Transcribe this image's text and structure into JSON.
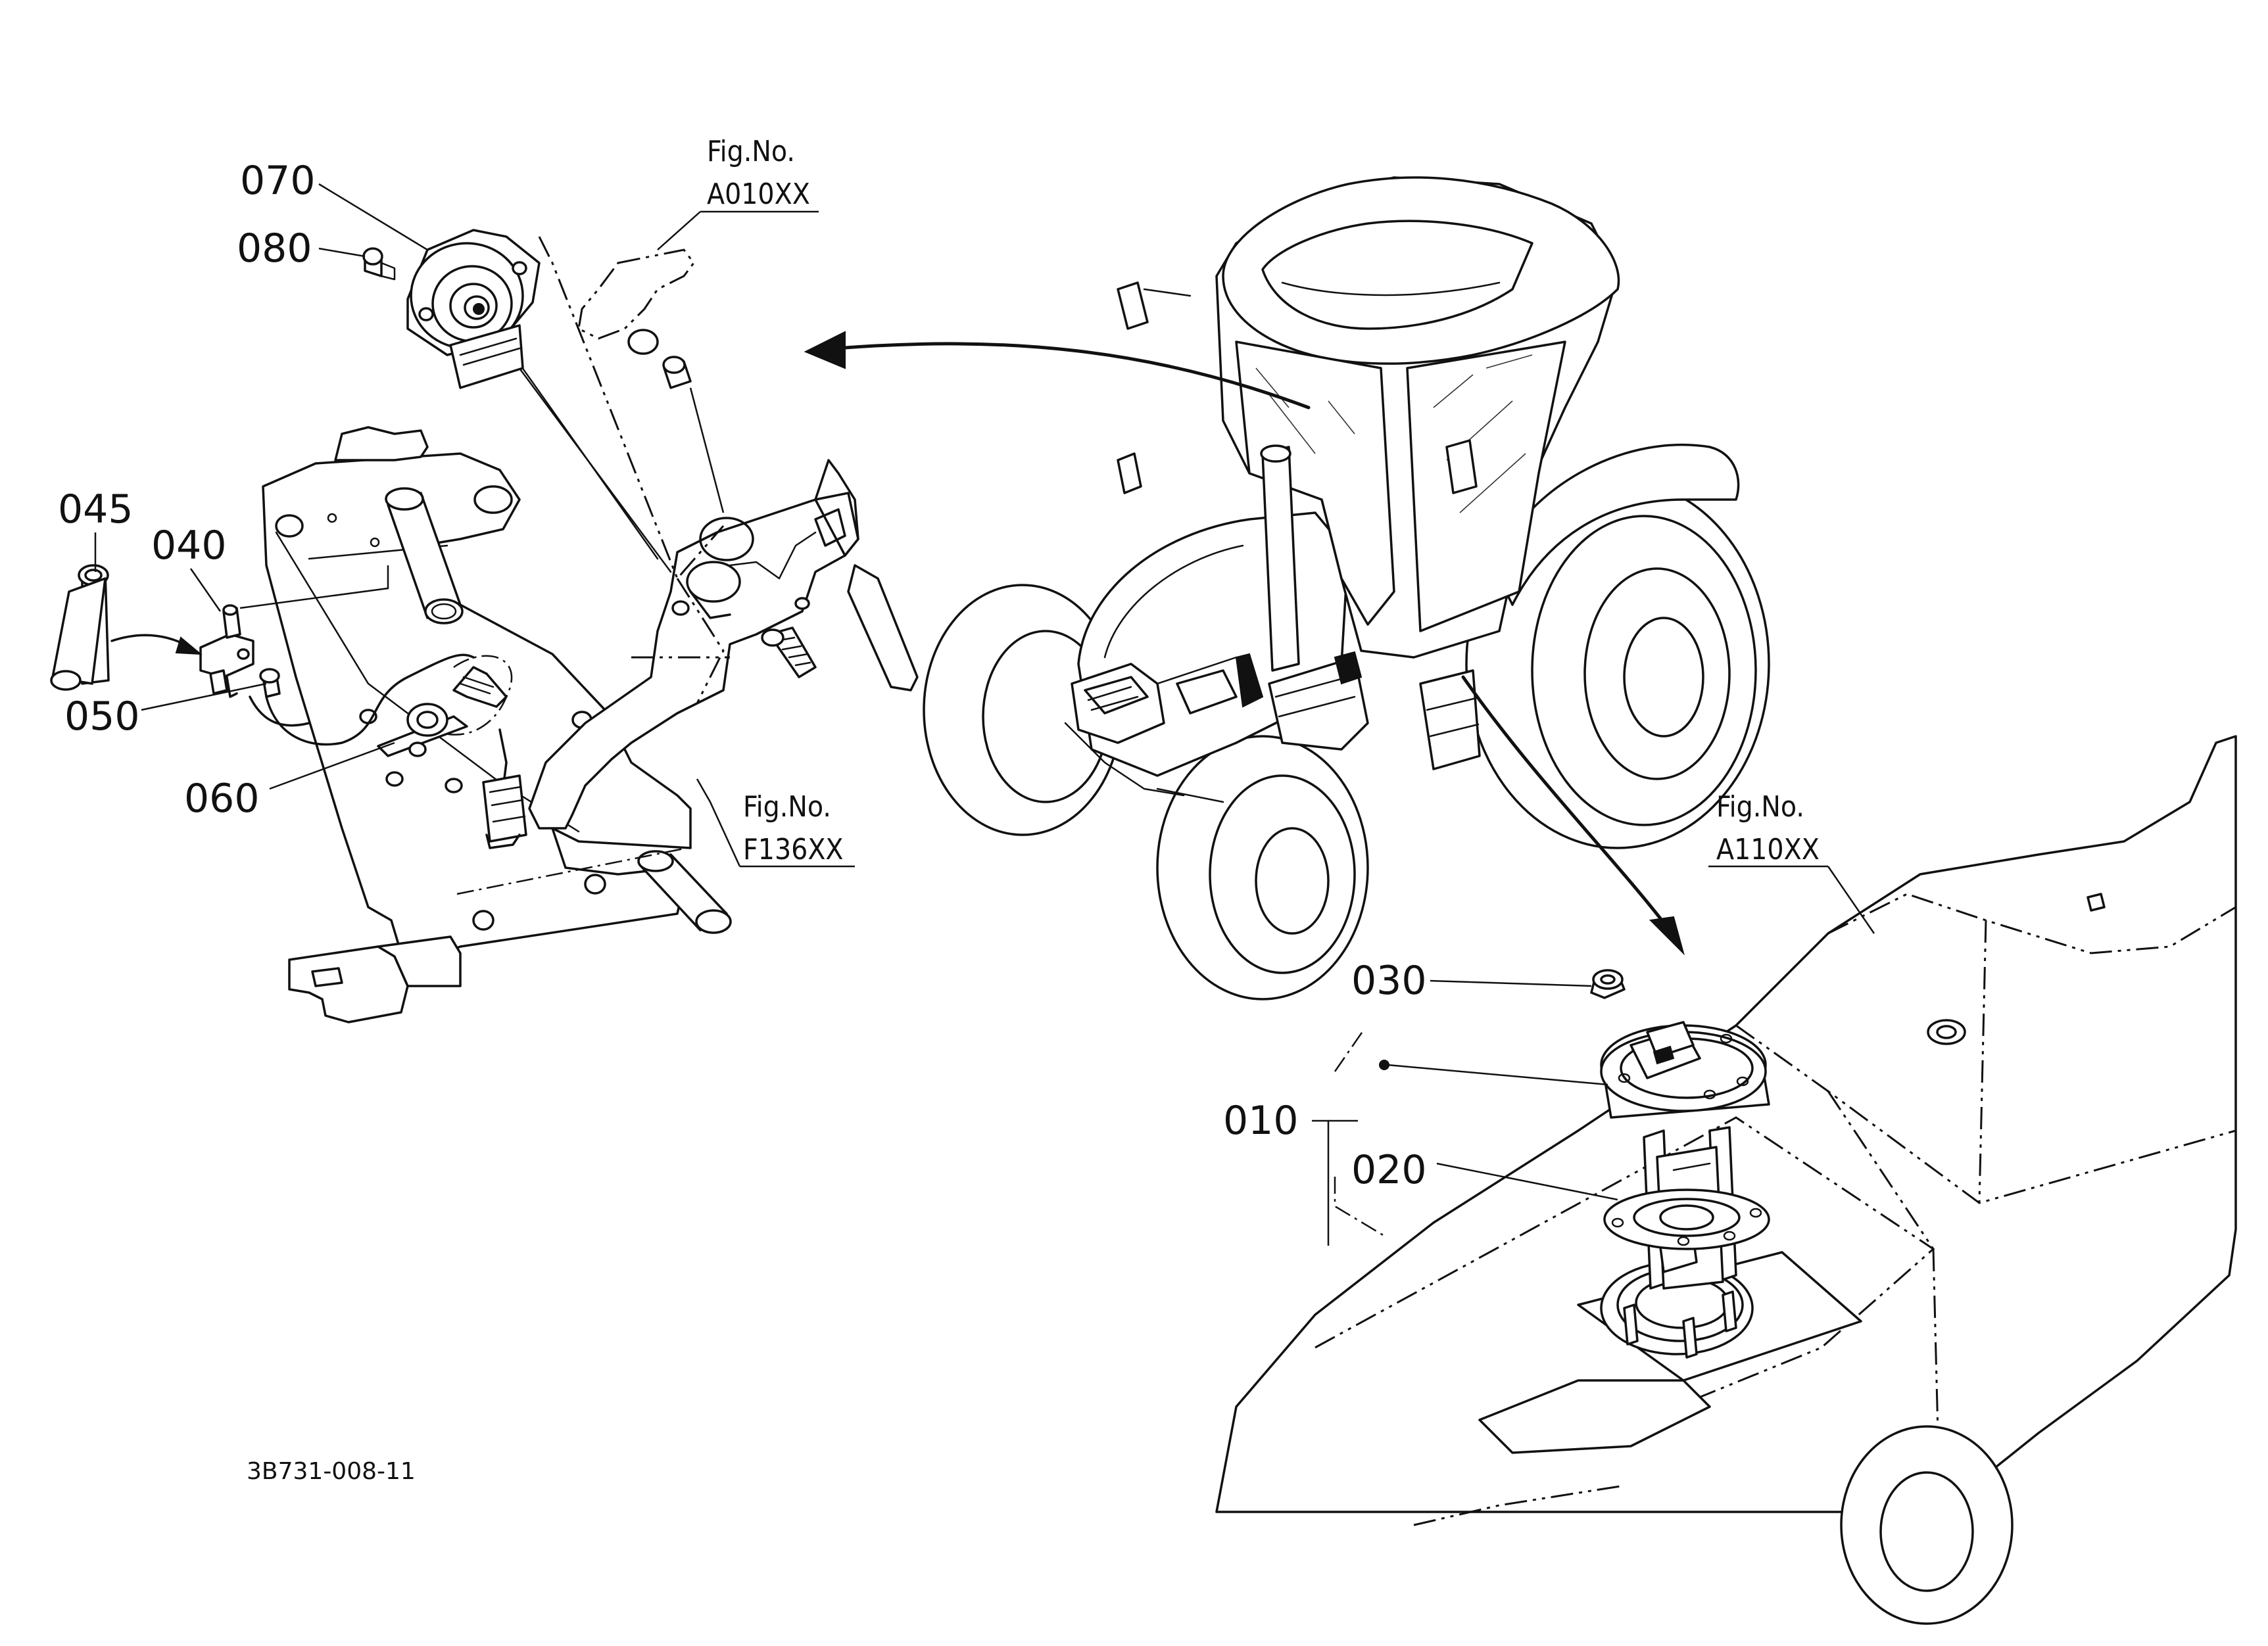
{
  "drawing_id": "3B731-008-11",
  "parts": [
    {
      "id": "p010",
      "number": "010"
    },
    {
      "id": "p020",
      "number": "020"
    },
    {
      "id": "p030",
      "number": "030"
    },
    {
      "id": "p040",
      "number": "040"
    },
    {
      "id": "p045",
      "number": "045"
    },
    {
      "id": "p050",
      "number": "050"
    },
    {
      "id": "p060",
      "number": "060"
    },
    {
      "id": "p070",
      "number": "070"
    },
    {
      "id": "p080",
      "number": "080"
    }
  ],
  "figure_refs": [
    {
      "id": "a010",
      "line1": "Fig.No.",
      "line2": "A010XX"
    },
    {
      "id": "f136",
      "line1": "Fig.No.",
      "line2": "F136XX"
    },
    {
      "id": "a110",
      "line1": "Fig.No.",
      "line2": "A110XX"
    }
  ]
}
